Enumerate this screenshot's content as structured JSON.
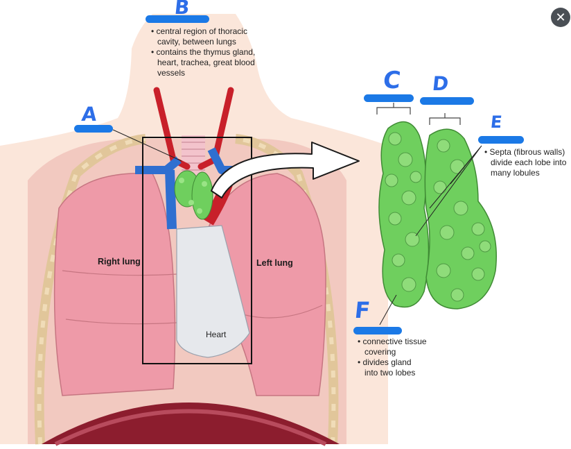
{
  "close_icon": "close-icon",
  "colors": {
    "answer_blank": "#1b79e6",
    "handwritten_letter": "#2d6ee8",
    "lung": "#ee9aa8",
    "thymus": "#6fcf5e",
    "vein": "#2f6fd0",
    "artery": "#c8202a"
  },
  "letters": [
    "A",
    "B",
    "C",
    "D",
    "E",
    "F"
  ],
  "notes": {
    "b": {
      "line1": "• central region of thoracic",
      "line2": "cavity, between lungs",
      "line3": "• contains the thymus gland,",
      "line4": "heart, trachea, great blood",
      "line5": "vessels"
    },
    "e": {
      "line1": "• Septa (fibrous walls)",
      "line2": "divide each lobe into",
      "line3": "many lobules"
    },
    "f": {
      "line1": "• connective tissue",
      "line2": "covering",
      "line3": "• divides gland",
      "line4": "into two lobes"
    }
  },
  "organs": {
    "right_lung": "Right lung",
    "left_lung": "Left lung",
    "heart": "Heart"
  }
}
